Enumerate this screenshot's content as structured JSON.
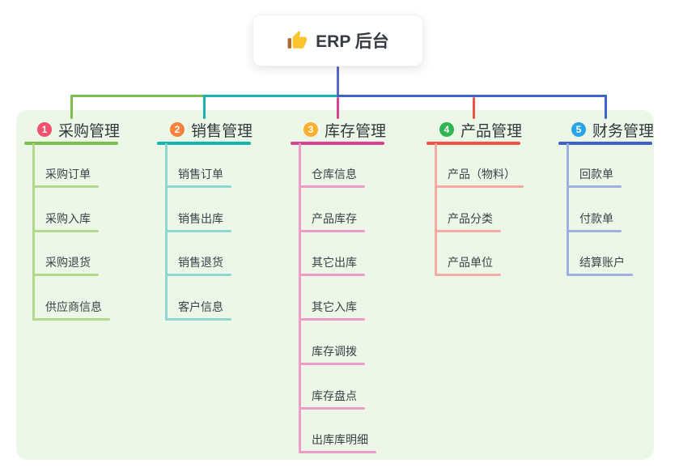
{
  "root": {
    "label": "ERP 后台",
    "icon": "thumbs-up"
  },
  "colors": {
    "page_bg": "#ffffff",
    "panel_bg": "#edf7e8",
    "root_link": "#5c68c9",
    "card_bg": "#ffffff",
    "title_text": "#34383d",
    "item_text": "#3c4146"
  },
  "branches": [
    {
      "badge": "1",
      "badge_color": "#ef5070",
      "line_color": "#7dbf4e",
      "light_color": "#b2d98c",
      "title": "采购管理",
      "items": [
        "采购订单",
        "采购入库",
        "采购退货",
        "供应商信息"
      ]
    },
    {
      "badge": "2",
      "badge_color": "#f6823d",
      "line_color": "#17b3ae",
      "light_color": "#8bd7d2",
      "title": "销售管理",
      "items": [
        "销售订单",
        "销售出库",
        "销售退货",
        "客户信息"
      ]
    },
    {
      "badge": "3",
      "badge_color": "#ffaf2f",
      "line_color": "#d6448f",
      "light_color": "#ec9cc6",
      "title": "库存管理",
      "items": [
        "仓库信息",
        "产品库存",
        "其它出库",
        "其它入库",
        "库存调拨",
        "库存盘点",
        "出库库明细"
      ]
    },
    {
      "badge": "4",
      "badge_color": "#2fb551",
      "line_color": "#f25149",
      "light_color": "#f9a8a4",
      "title": "产品管理",
      "items": [
        "产品（物料）",
        "产品分类",
        "产品单位"
      ]
    },
    {
      "badge": "5",
      "badge_color": "#29a5e8",
      "line_color": "#3e63c6",
      "light_color": "#9fafe2",
      "title": "财务管理",
      "items": [
        "回款单",
        "付款单",
        "结算账户"
      ]
    }
  ]
}
